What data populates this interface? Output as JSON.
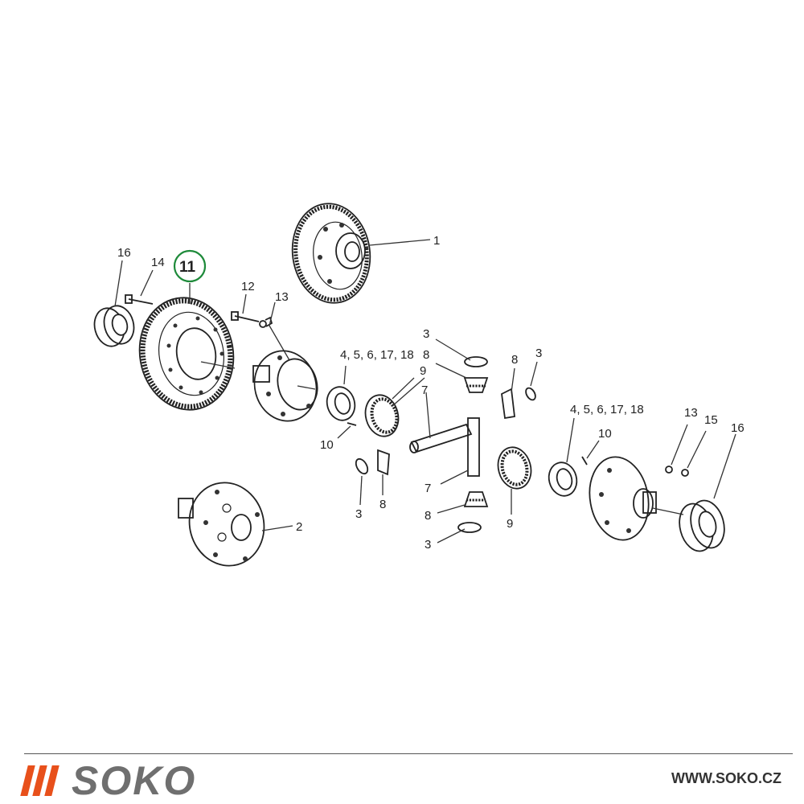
{
  "diagram": {
    "callouts": {
      "c1": "1",
      "c2": "2",
      "c16a": "16",
      "c14": "14",
      "c11": "11",
      "c12": "12",
      "c13a": "13",
      "c4a": "4, 5, 6, 17, 18",
      "c10a": "10",
      "c3a": "3",
      "c8a": "8",
      "c9a": "9",
      "c7a": "7",
      "c8b": "8",
      "c3b": "3",
      "c3c": "3",
      "c8c": "8",
      "c7b": "7",
      "c8d": "8",
      "c3d": "3",
      "c9b": "9",
      "c4b": "4, 5, 6, 17, 18",
      "c10b": "10",
      "c13b": "13",
      "c15": "15",
      "c16b": "16"
    },
    "highlight_color": "#1e8a3a"
  },
  "footer": {
    "brand": "SOKO",
    "url": "WWW.SOKO.CZ",
    "accent_color": "#e8501b"
  }
}
